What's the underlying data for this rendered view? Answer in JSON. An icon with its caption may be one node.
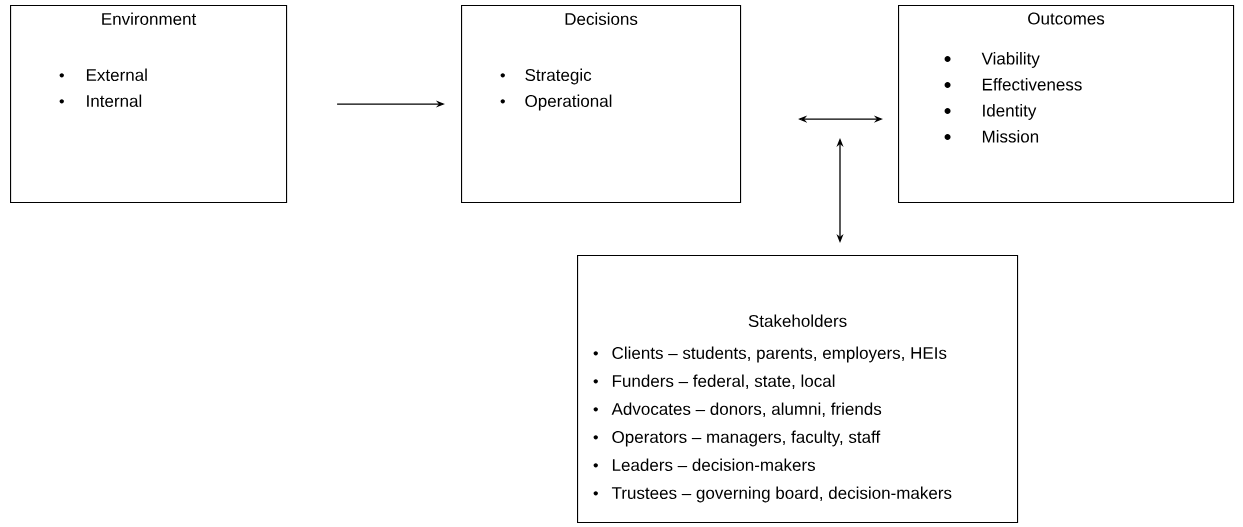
{
  "diagram": {
    "nodes": [
      {
        "text": [
          "Environment",
          "External",
          "Internal"
        ]
      },
      {
        "text": [
          "Decisions",
          "Strategic",
          "Operational"
        ]
      },
      {
        "text": [
          "Outcomes",
          "Viability",
          "Effectiveness",
          "Identity",
          "Mission"
        ]
      },
      {
        "text": [
          "Stakeholders",
          "Clients – students, parents, employers, HEIs",
          "Funders – federal, state, local",
          "Advocates – donors, alumni, friends",
          "Operators – managers, faculty, staff",
          "Leaders – decision-makers",
          "Trustees – governing board, decision-makers"
        ]
      }
    ],
    "edges": [
      {
        "from": 0,
        "to": 1,
        "arrow": "to"
      },
      {
        "from": 1,
        "to": 2,
        "arrow": "both"
      },
      {
        "from": null,
        "to": 3,
        "arrow": "both"
      }
    ]
  }
}
